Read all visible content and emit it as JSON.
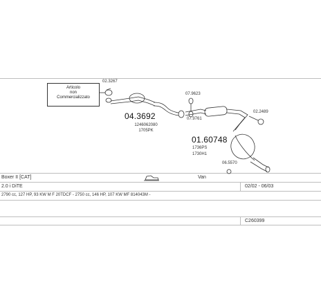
{
  "notice": {
    "line1": "Articolo",
    "line2": "non",
    "line3": "Commercializzato"
  },
  "parts": {
    "clamp_top": "02.3267",
    "front_pipe": {
      "number": "04.3692",
      "ref1": "1246062080",
      "ref2": "1705PK"
    },
    "clamp_left_mid": "07.9623",
    "clamp_left_low": "07.9761",
    "clamp_right": "02.2489",
    "rear_silencer": {
      "number": "01.60748",
      "ref1": "1736PS",
      "ref2": "1730H1"
    },
    "rear_clamp": "06.5570"
  },
  "table": {
    "vehicle": "Boxer II [CAT]",
    "body": "Van",
    "engine": "2.0 i DiTE",
    "years": "02/02 - 06/03",
    "specs": "2790 cc, 127 HP, 93 KW M F 20TDCF - 2750 cc, 146 HP, 107 KW MF 814043M -",
    "catalog": "C260399"
  },
  "colors": {
    "line": "#bdbdbd",
    "ink": "#222222"
  }
}
